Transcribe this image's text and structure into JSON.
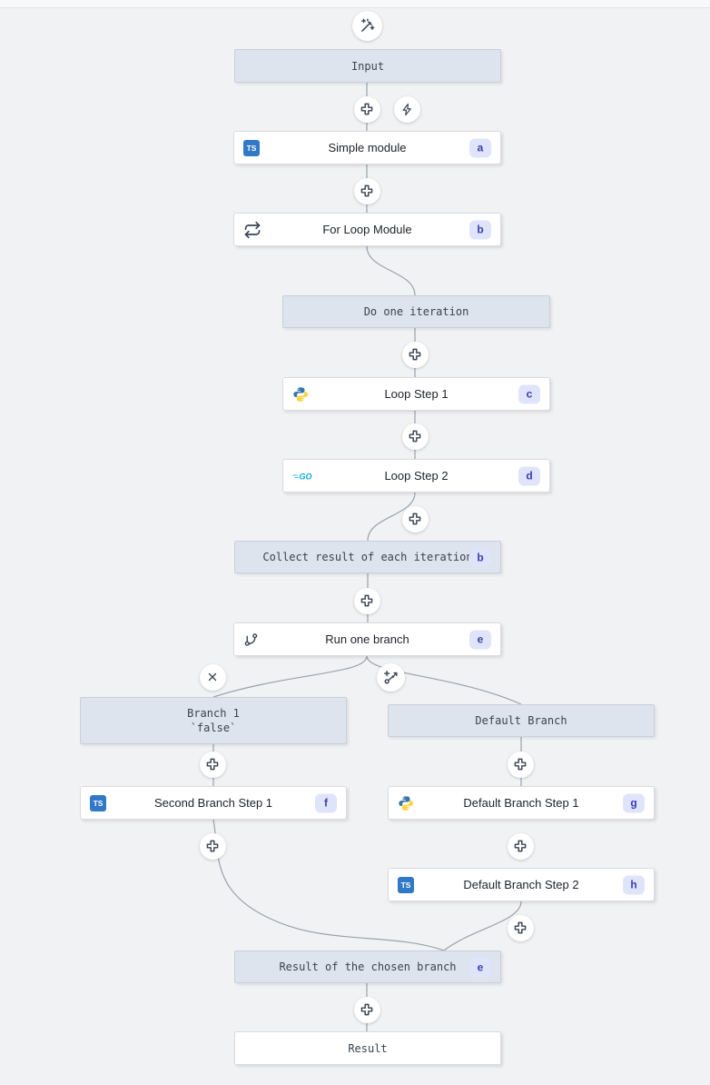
{
  "app": {
    "name": "Flow editor canvas"
  },
  "colors": {
    "canvas_bg": "#f1f2f4",
    "topstrip_bg": "#f8f9fb",
    "divider": "#e3e5e9",
    "virtual_node_bg": "#dde4ed",
    "virtual_node_border": "#c7d0db",
    "step_node_border": "#d9dbde",
    "badge_bg": "#dfe4fb",
    "badge_text": "#3a3db0",
    "connector": "#9aa2ab",
    "icon_stroke": "#3b4453",
    "typescript_blue": "#3178c6",
    "python_blue": "#3776ab",
    "python_yellow": "#ffd43b",
    "go_cyan": "#00acd8"
  },
  "flow": {
    "nodes": [
      {
        "id": "input",
        "label": "Input",
        "kind": "virtual"
      },
      {
        "id": "simple-module",
        "label": "Simple module",
        "kind": "step",
        "icon": "typescript",
        "badge": "a"
      },
      {
        "id": "for-loop-module",
        "label": "For Loop Module",
        "kind": "step",
        "icon": "repeat",
        "badge": "b"
      },
      {
        "id": "do-one-iteration",
        "label": "Do one iteration",
        "kind": "virtual"
      },
      {
        "id": "loop-step-1",
        "label": "Loop Step 1",
        "kind": "step",
        "icon": "python",
        "badge": "c"
      },
      {
        "id": "loop-step-2",
        "label": "Loop Step 2",
        "kind": "step",
        "icon": "go",
        "badge": "d"
      },
      {
        "id": "collect-result",
        "label": "Collect result of each iteration",
        "kind": "virtual",
        "badge": "b"
      },
      {
        "id": "run-one-branch",
        "label": "Run one branch",
        "kind": "step",
        "icon": "git-branch",
        "badge": "e"
      },
      {
        "id": "branch-1",
        "label": "Branch 1",
        "sublabel": "`false`",
        "kind": "virtual"
      },
      {
        "id": "default-branch",
        "label": "Default Branch",
        "kind": "virtual"
      },
      {
        "id": "second-branch-step-1",
        "label": "Second Branch Step 1",
        "kind": "step",
        "icon": "typescript",
        "badge": "f"
      },
      {
        "id": "default-branch-step-1",
        "label": "Default Branch Step 1",
        "kind": "step",
        "icon": "python",
        "badge": "g"
      },
      {
        "id": "default-branch-step-2",
        "label": "Default Branch Step 2",
        "kind": "step",
        "icon": "typescript",
        "badge": "h"
      },
      {
        "id": "result-chosen-branch",
        "label": "Result of the chosen branch",
        "kind": "virtual",
        "badge": "e"
      },
      {
        "id": "result",
        "label": "Result",
        "kind": "virtual-white"
      }
    ],
    "buttons": [
      {
        "id": "ai-builder",
        "icon": "wand-sparkles"
      },
      {
        "id": "insert-after-input",
        "icon": "plus"
      },
      {
        "id": "trigger",
        "icon": "zap"
      },
      {
        "id": "insert-after-simple-module",
        "icon": "plus"
      },
      {
        "id": "insert-loop-first",
        "icon": "plus"
      },
      {
        "id": "insert-between-loop-steps",
        "icon": "plus"
      },
      {
        "id": "insert-after-loop-step-2",
        "icon": "plus"
      },
      {
        "id": "insert-after-collect",
        "icon": "plus"
      },
      {
        "id": "remove-branch",
        "icon": "x"
      },
      {
        "id": "add-branch",
        "icon": "git-branch-plus"
      },
      {
        "id": "insert-branch1-first",
        "icon": "plus"
      },
      {
        "id": "insert-default-first",
        "icon": "plus"
      },
      {
        "id": "insert-after-second-branch-step-1",
        "icon": "plus"
      },
      {
        "id": "insert-between-default-steps",
        "icon": "plus"
      },
      {
        "id": "insert-after-default-branch-step-2",
        "icon": "plus"
      },
      {
        "id": "insert-before-result",
        "icon": "plus"
      }
    ]
  }
}
